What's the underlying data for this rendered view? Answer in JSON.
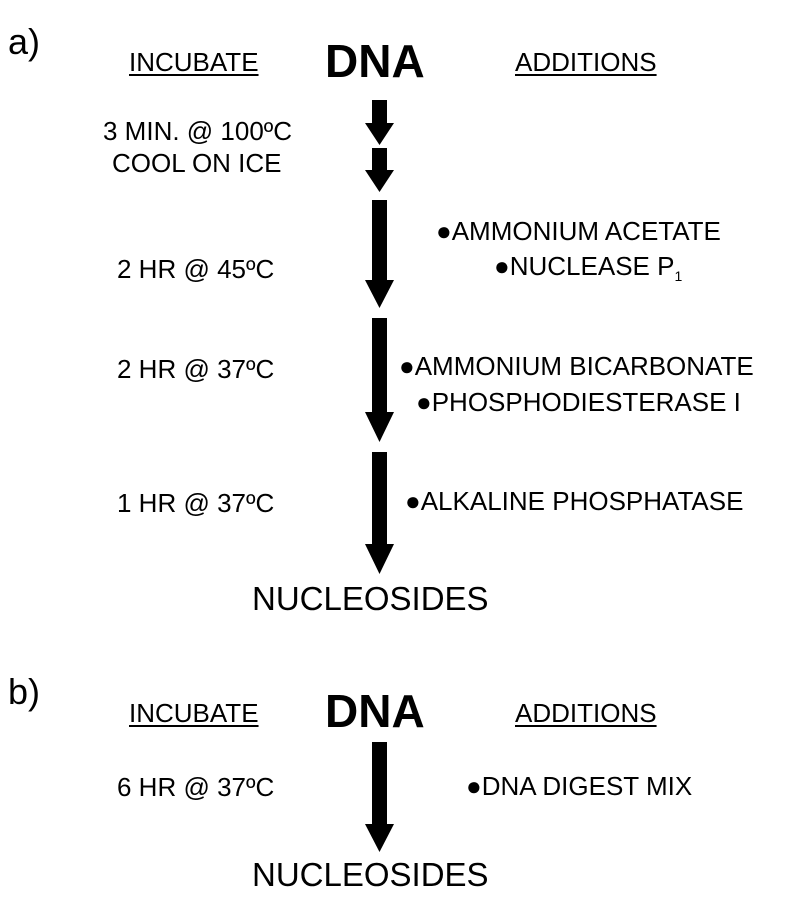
{
  "panel_a": {
    "label": "a)",
    "incubate_header": "INCUBATE",
    "substrate": "DNA",
    "additions_header": "ADDITIONS",
    "steps": [
      {
        "conditions": [
          "3 MIN. @ 100ºC",
          "COOL ON ICE"
        ],
        "additions": []
      },
      {
        "conditions": [
          "2 HR @ 45ºC"
        ],
        "additions": [
          "AMMONIUM ACETATE",
          "NUCLEASE P"
        ]
      },
      {
        "conditions": [
          "2 HR @ 37ºC"
        ],
        "additions": [
          "AMMONIUM BICARBONATE",
          "PHOSPHODIESTERASE I"
        ]
      },
      {
        "conditions": [
          "1 HR @ 37ºC"
        ],
        "additions": [
          "ALKALINE PHOSPHATASE"
        ]
      }
    ],
    "nuclease_subscript": "1",
    "product": "NUCLEOSIDES"
  },
  "panel_b": {
    "label": "b)",
    "incubate_header": "INCUBATE",
    "substrate": "DNA",
    "additions_header": "ADDITIONS",
    "steps": [
      {
        "conditions": [
          "6 HR @ 37ºC"
        ],
        "additions": [
          "DNA DIGEST MIX"
        ]
      }
    ],
    "product": "NUCLEOSIDES"
  },
  "bullet": "●"
}
